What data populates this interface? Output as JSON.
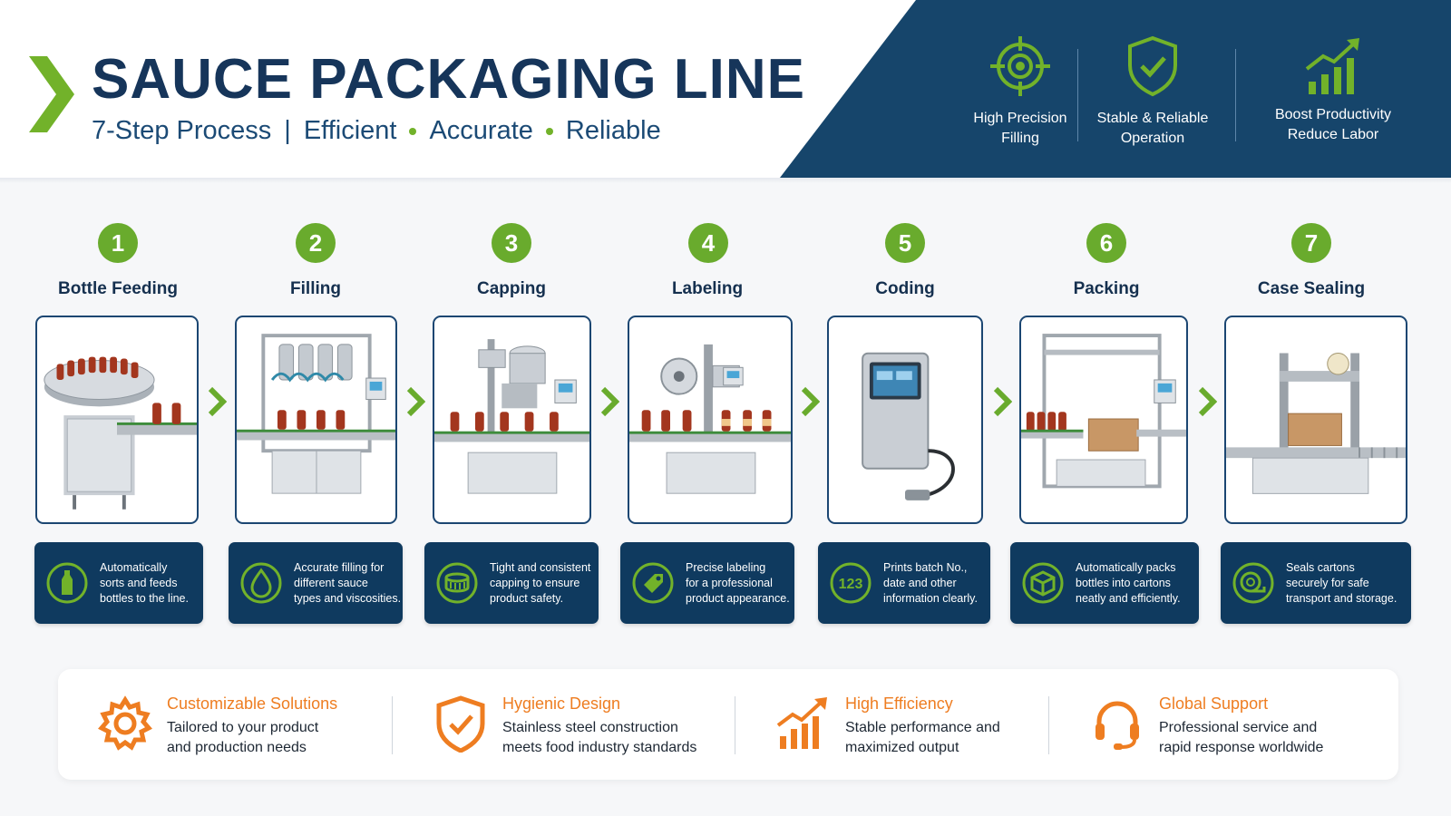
{
  "header": {
    "title": "SAUCE PACKAGING LINE",
    "subtitle_lead": "7-Step Process",
    "subtitle_sep": "|",
    "subtitle_keywords": [
      "Efficient",
      "Accurate",
      "Reliable"
    ],
    "features": [
      {
        "icon": "target-icon",
        "label": "High Precision\nFilling"
      },
      {
        "icon": "shield-check-icon",
        "label": "Stable & Reliable\nOperation"
      },
      {
        "icon": "growth-chart-icon",
        "label": "Boost Productivity\nReduce Labor"
      }
    ]
  },
  "steps": [
    {
      "number": "1",
      "title": "Bottle Feeding",
      "icon": "bottle-icon",
      "description": "Automatically\nsorts and feeds\nbottles to the line."
    },
    {
      "number": "2",
      "title": "Filling",
      "icon": "drop-icon",
      "description": "Accurate filling for\ndifferent sauce\ntypes and viscosities."
    },
    {
      "number": "3",
      "title": "Capping",
      "icon": "cap-icon",
      "description": "Tight and consistent\ncapping to ensure\nproduct safety."
    },
    {
      "number": "4",
      "title": "Labeling",
      "icon": "label-tag-icon",
      "description": "Precise labeling\nfor a professional\nproduct appearance."
    },
    {
      "number": "5",
      "title": "Coding",
      "icon": "code-123-icon",
      "code_glyph": "123",
      "description": "Prints batch No.,\ndate and other\ninformation clearly."
    },
    {
      "number": "6",
      "title": "Packing",
      "icon": "box-icon",
      "description": "Automatically packs\nbottles into cartons\nneatly and efficiently."
    },
    {
      "number": "7",
      "title": "Case Sealing",
      "icon": "tape-roll-icon",
      "description": "Seals cartons\nsecurely for safe\ntransport and storage."
    }
  ],
  "benefits": [
    {
      "icon": "gear-icon",
      "title": "Customizable Solutions",
      "description": "Tailored to your product\nand production needs"
    },
    {
      "icon": "shield-check-icon",
      "title": "Hygienic Design",
      "description": "Stainless steel construction\nmeets food industry standards"
    },
    {
      "icon": "growth-chart-icon",
      "title": "High Efficiency",
      "description": "Stable performance and\nmaximized output"
    },
    {
      "icon": "headset-icon",
      "title": "Global Support",
      "description": "Professional service and\nrapid response worldwide"
    }
  ],
  "colors": {
    "navy": "#16456b",
    "green": "#69ab2d",
    "orange": "#ee7d21",
    "desc_bg": "#0f3a5f"
  }
}
